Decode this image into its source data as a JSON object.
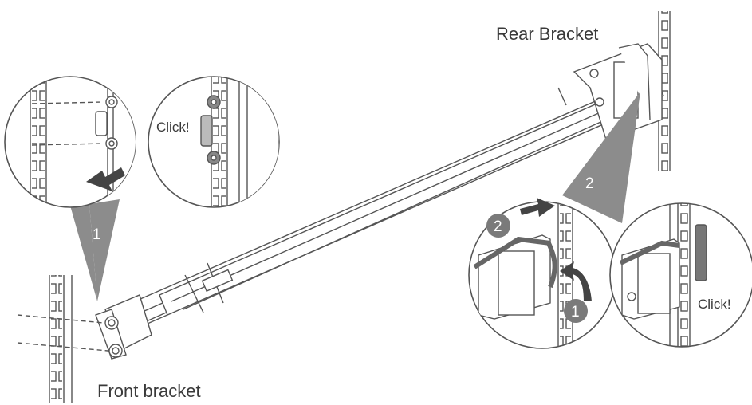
{
  "labels": {
    "rear_bracket": "Rear Bracket",
    "front_bracket": "Front bracket",
    "click_front": "Click!",
    "click_rear": "Click!"
  },
  "steps": {
    "front_callout": "1",
    "rear_callout": "2",
    "rear_push": "2",
    "rear_lift": "1"
  },
  "colors": {
    "line": "#555555",
    "callout": "#8c8c8c",
    "badge": "#7a7a7a",
    "arrow": "#444444"
  },
  "icons": [
    "arrow-left-icon",
    "arrow-right-icon",
    "curved-arrow-icon"
  ]
}
